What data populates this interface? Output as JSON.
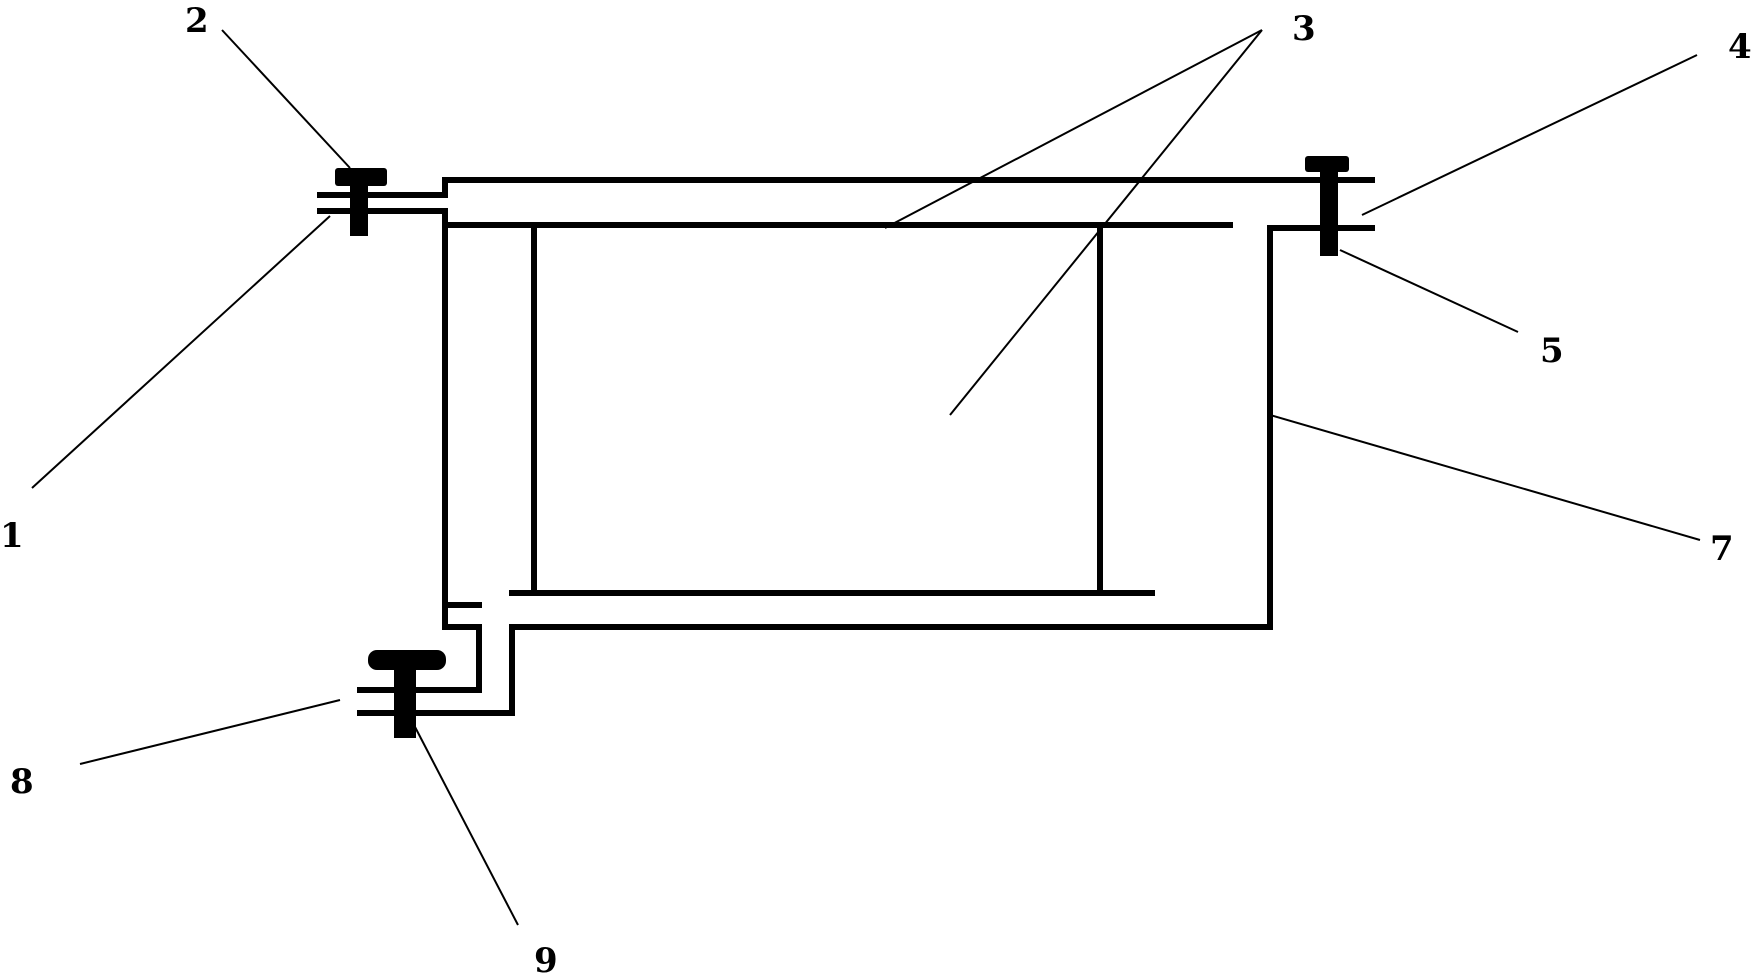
{
  "diagram": {
    "callouts": [
      {
        "id": "1",
        "label": "1"
      },
      {
        "id": "2",
        "label": "2"
      },
      {
        "id": "3",
        "label": "3"
      },
      {
        "id": "4",
        "label": "4"
      },
      {
        "id": "5",
        "label": "5"
      },
      {
        "id": "7",
        "label": "7"
      },
      {
        "id": "8",
        "label": "8"
      },
      {
        "id": "9",
        "label": "9"
      }
    ]
  }
}
